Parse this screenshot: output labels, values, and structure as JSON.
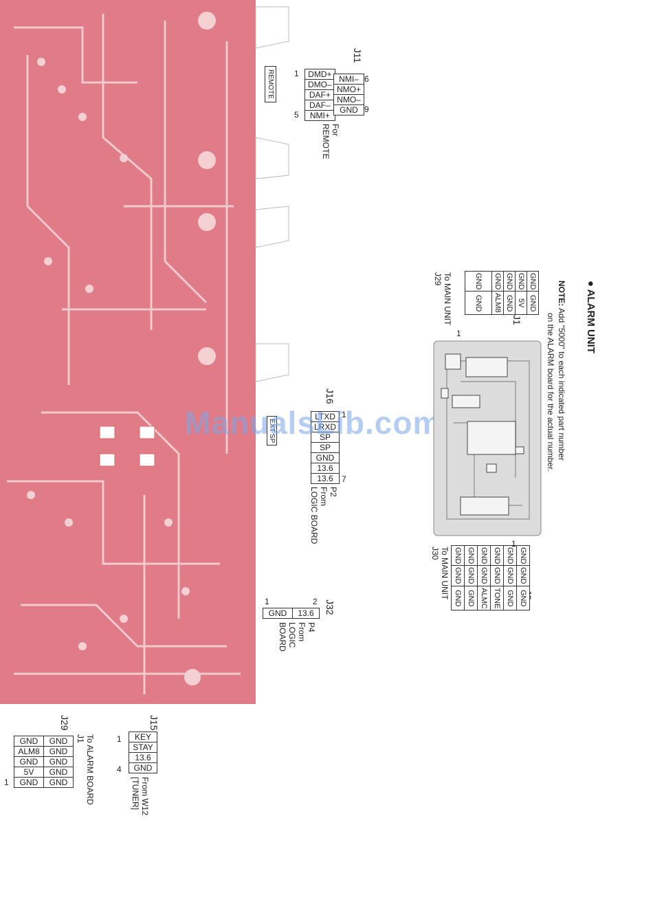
{
  "watermark": "ManualsLib.com",
  "section_title": "ALARM UNIT",
  "note": {
    "label": "NOTE:",
    "line1": "Add \"5000\" to each indicated part number",
    "line2": "on the ALARM board for the actual number."
  },
  "j11": {
    "name": "J11",
    "left_pins": [
      "DMD+",
      "DMO–",
      "DAF+",
      "DAF–",
      "NMI+"
    ],
    "right_pins": [
      "NMI–",
      "NMO+",
      "NMO–",
      "GND"
    ],
    "pin_first_left": "1",
    "pin_last_left": "5",
    "pin_first_right": "6",
    "pin_last_right": "9",
    "note": "For REMOTE",
    "panel_label": "REMOTE"
  },
  "j16": {
    "name": "J16",
    "pins": [
      "LTXD",
      "LRXD",
      "SP",
      "SP",
      "GND",
      "13.6",
      "13.6"
    ],
    "pin_first": "1",
    "pin_last": "7",
    "note_line1": "P2",
    "note_line2": "From",
    "note_line3": "LOGIC BOARD",
    "panel_label": "EXT SP"
  },
  "j32": {
    "name": "J32",
    "pins": [
      "GND",
      "13.6"
    ],
    "pin_first": "1",
    "pin_last": "2",
    "note_line1": "P4",
    "note_line2": "From",
    "note_line3": "LOGIC",
    "note_line4": "BOARD"
  },
  "j15": {
    "name": "J15",
    "pins": [
      "KEY",
      "STAY",
      "13.6",
      "GND"
    ],
    "pin_first": "1",
    "pin_last": "4",
    "note_line1": "From W12",
    "note_line2": "[TUNER]"
  },
  "j29": {
    "name": "J29",
    "col_a": [
      "GND",
      "ALM8",
      "GND",
      "5V",
      "GND"
    ],
    "col_b": [
      "GND",
      "GND",
      "GND",
      "GND",
      "GND"
    ],
    "pin_first": "1",
    "note_line1": "To ALARM BOARD",
    "note_line2": "J1"
  },
  "alarm_j1": {
    "name": "J1",
    "col_a": [
      "GND",
      "GND",
      "GND",
      "GND",
      "GND"
    ],
    "col_b": [
      "GND",
      "ALM8",
      "GND",
      "5V",
      "GND"
    ],
    "pin_first": "1",
    "note_line1": "To MAIN UNIT",
    "note_line2": "J29"
  },
  "alarm_j2": {
    "name": "J2",
    "col_a": [
      "GND",
      "GND",
      "TONE",
      "ALMC",
      "GND",
      "GND"
    ],
    "col_b": [
      "GND",
      "GND",
      "GND",
      "GND",
      "GND",
      "GND"
    ],
    "col_c": [
      "GND",
      "GND",
      "GND",
      "GND",
      "GND",
      "GND"
    ],
    "pin_first": "1",
    "note_line1": "To MAIN UNIT",
    "note_line2": "J30"
  },
  "colors": {
    "board": "#e07a86",
    "trace": "#f2c3c8",
    "alarm_board": "#d8d8d8"
  }
}
